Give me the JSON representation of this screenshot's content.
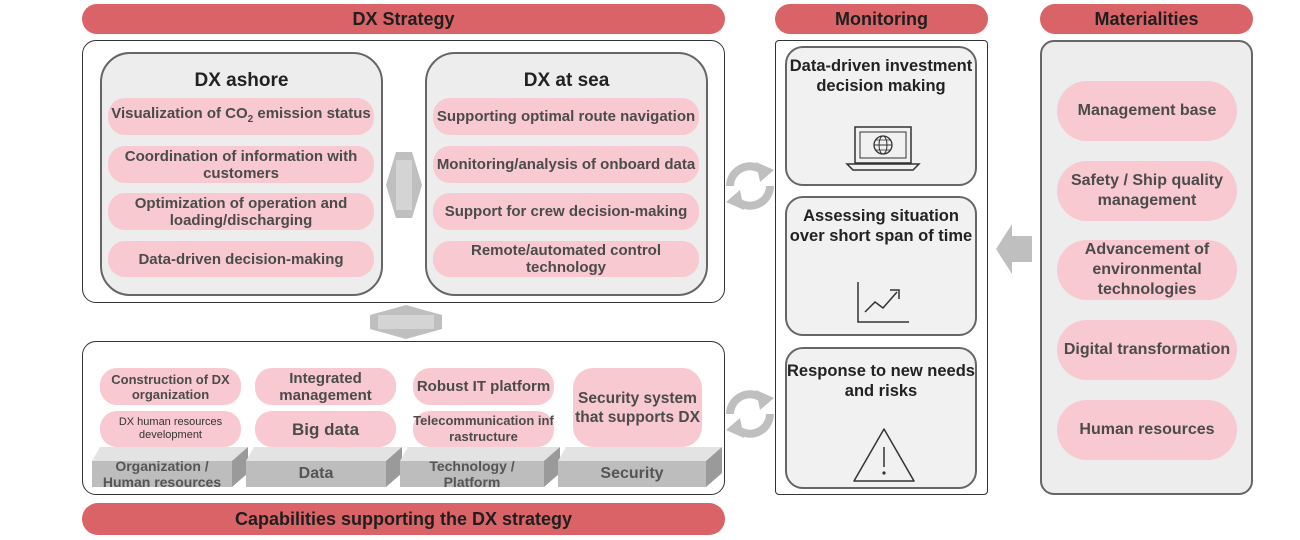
{
  "banners": {
    "dx_strategy": "DX Strategy",
    "monitoring": "Monitoring",
    "materialities": "Materialities",
    "capabilities": "Capabilities supporting the DX strategy"
  },
  "dx_ashore": {
    "title": "DX ashore",
    "items": [
      {
        "pre": "Visualization of CO",
        "sub": "2",
        "post": " emission status"
      },
      "Coordination of information with customers",
      "Optimization of operation and loading/discharging",
      "Data-driven decision-making"
    ]
  },
  "dx_at_sea": {
    "title": "DX at sea",
    "items": [
      "Supporting optimal route navigation",
      "Monitoring/analysis of onboard data",
      "Support for crew decision-making",
      "Remote/automated control technology"
    ]
  },
  "capabilities": {
    "organization": {
      "items": [
        "Construction of DX organization",
        "DX human resources development"
      ],
      "base": "Organization / Human resources"
    },
    "data": {
      "items": [
        "Integrated management",
        "Big data"
      ],
      "base": "Data"
    },
    "technology": {
      "items": [
        "Robust IT platform",
        "Telecommunication infrastructure"
      ],
      "base": "Technology / Platform"
    },
    "security": {
      "items": [
        "Security system that supports DX"
      ],
      "base": "Security"
    }
  },
  "monitoring": {
    "items": [
      {
        "label": "Data-driven investment decision making",
        "icon": "laptop-globe-icon"
      },
      {
        "label": "Assessing situation over short span of time",
        "icon": "trend-chart-icon"
      },
      {
        "label": "Response to new needs and risks",
        "icon": "warning-icon"
      }
    ]
  },
  "materialities": {
    "items": [
      "Management base",
      "Safety / Ship quality management",
      "Advancement of environmental technologies",
      "Digital transformation",
      "Human resources"
    ]
  },
  "colors": {
    "banner": "#d96366",
    "pill": "#f8c9d1",
    "panel": "#ededed",
    "arrow": "#bfbfbf"
  }
}
